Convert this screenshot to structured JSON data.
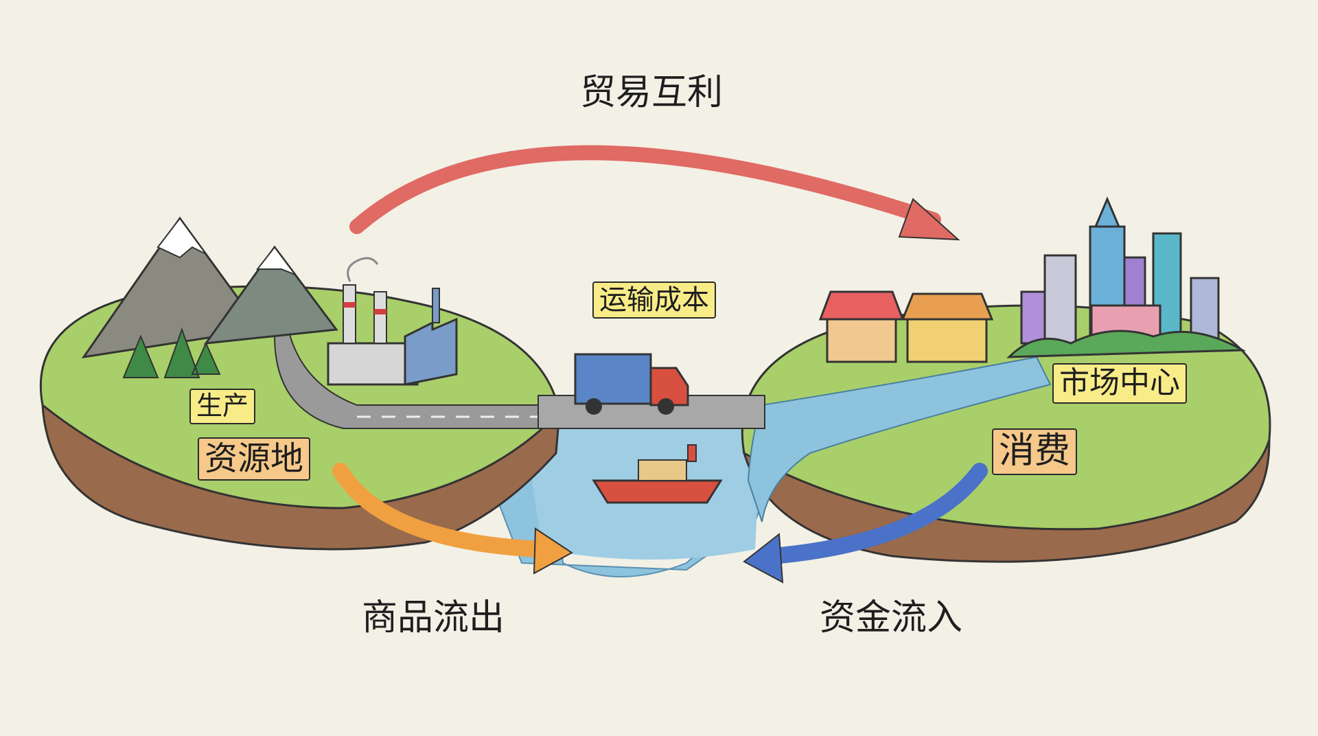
{
  "title": "贸易互利",
  "labels": {
    "transport_cost": "运输成本",
    "production": "生产",
    "resource_origin": "资源地",
    "market_center": "市场中心",
    "consumption": "消费",
    "goods_outflow": "商品流出",
    "capital_inflow": "资金流入"
  },
  "colors": {
    "background": "#f3f0e6",
    "grass": "#a9cf6a",
    "soil": "#9a6a4c",
    "river": "#8ec3de",
    "trade_arrow": "#e06a64",
    "goods_arrow": "#f0a040",
    "capital_arrow": "#4a72c8",
    "label_yellow": "#f8ec88",
    "label_orange": "#f6c98a"
  }
}
